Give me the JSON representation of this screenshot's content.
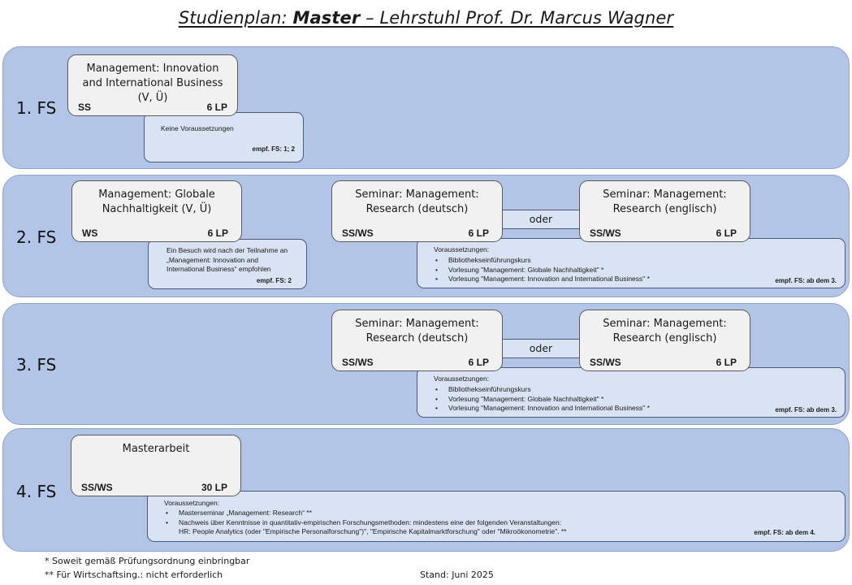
{
  "title": {
    "prefix": "Studienplan: ",
    "bold": "Master",
    "suffix": " – Lehrstuhl Prof. Dr. Marcus Wagner"
  },
  "fs1": {
    "label": "1. FS",
    "course": {
      "title": "Management: Innovation and International Business (V, Ü)",
      "sem": "SS",
      "lp": "6 LP"
    },
    "req": {
      "text": "Keine Voraussetzungen",
      "empf": "empf. FS: 1; 2"
    }
  },
  "fs2": {
    "label": "2. FS",
    "course": {
      "title": "Management: Globale Nachhaltigkeit (V, Ü)",
      "sem": "WS",
      "lp": "6 LP"
    },
    "req": {
      "text": "Ein Besuch wird nach der Teilnahme an „Management: Innovation and International Business“ empfohlen",
      "empf": "empf. FS: 2"
    },
    "seminar_de": {
      "title": "Seminar: Management: Research (deutsch)",
      "sem": "SS/WS",
      "lp": "6 LP"
    },
    "oder": "oder",
    "seminar_en": {
      "title": "Seminar: Management: Research (englisch)",
      "sem": "SS/WS",
      "lp": "6 LP"
    },
    "seminar_req": {
      "head": "Voraussetzungen:",
      "items": [
        "Bibliothekseinführungskurs",
        "Vorlesung \"Management: Globale Nachhaltigkeit\" *",
        "Vorlesung \"Management: Innovation and International Business\" *"
      ],
      "empf": "empf. FS: ab dem 3."
    }
  },
  "fs3": {
    "label": "3. FS",
    "seminar_de": {
      "title": "Seminar: Management: Research (deutsch)",
      "sem": "SS/WS",
      "lp": "6 LP"
    },
    "oder": "oder",
    "seminar_en": {
      "title": "Seminar: Management: Research (englisch)",
      "sem": "SS/WS",
      "lp": "6 LP"
    },
    "seminar_req": {
      "head": "Voraussetzungen:",
      "items": [
        "Bibliothekseinführungskurs",
        "Vorlesung \"Management: Globale Nachhaltigkeit\" *",
        "Vorlesung \"Management: Innovation and International Business\" *"
      ],
      "empf": "empf. FS: ab dem 3."
    }
  },
  "fs4": {
    "label": "4. FS",
    "course": {
      "title": "Masterarbeit",
      "sem": "SS/WS",
      "lp": "30 LP"
    },
    "req": {
      "head": "Voraussetzungen:",
      "items": [
        "Masterseminar „Management: Research“ **",
        "Nachweis über Kenntnisse in quantitativ-empirischen Forschungsmethoden: mindestens eine der folgenden Veranstaltungen:"
      ],
      "hr_line": "HR: People Analytics (oder \"Empirische Personalforschung\")\", \"Empirische Kapitalmarktforschung\" oder \"Mikroökonometrie\". **",
      "empf": "empf. FS: ab dem 4."
    }
  },
  "footnotes": {
    "star": "*   Soweit gemäß Prüfungsordnung einbringbar",
    "double_star": "** Für Wirtschaftsing.: nicht erforderlich",
    "stand": "Stand: Juni 2025"
  }
}
